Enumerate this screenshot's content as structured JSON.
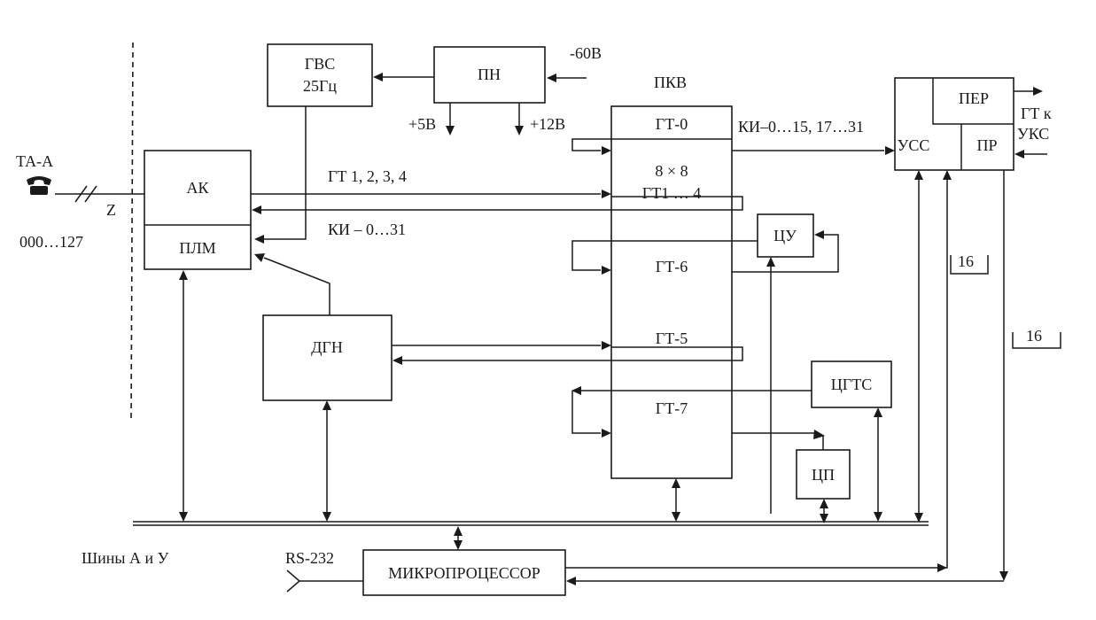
{
  "blocks": {
    "gvs_line1": "ГВС",
    "gvs_line2": "25Гц",
    "pn": "ПН",
    "ak": "АК",
    "plm": "ПЛМ",
    "dgn": "ДГН",
    "pkv": "ПКВ",
    "gt0": "ГТ-0",
    "matrix": "8 × 8",
    "gt1_4": "ГТ1 … 4",
    "gt6": "ГТ-6",
    "gt5": "ГТ-5",
    "gt7": "ГТ-7",
    "cu": "ЦУ",
    "cgts": "ЦГТС",
    "cp": "ЦП",
    "uss": "УСС",
    "per": "ПЕР",
    "pr": "ПР",
    "mp": "МИКРОПРОЦЕССОР"
  },
  "labels": {
    "minus60": "-60В",
    "plus5": "+5В",
    "plus12": "+12В",
    "ta": "ТА-А",
    "z": "Z",
    "range": "000…127",
    "gt1234": "ГТ 1, 2, 3, 4",
    "ki031": "КИ – 0…31",
    "ki_top": "КИ–0…15, 17…31",
    "gtk": "ГТ к",
    "uks": "УКС",
    "n16a": "16",
    "n16b": "16",
    "buses": "Шины А и У",
    "rs232": "RS-232"
  }
}
